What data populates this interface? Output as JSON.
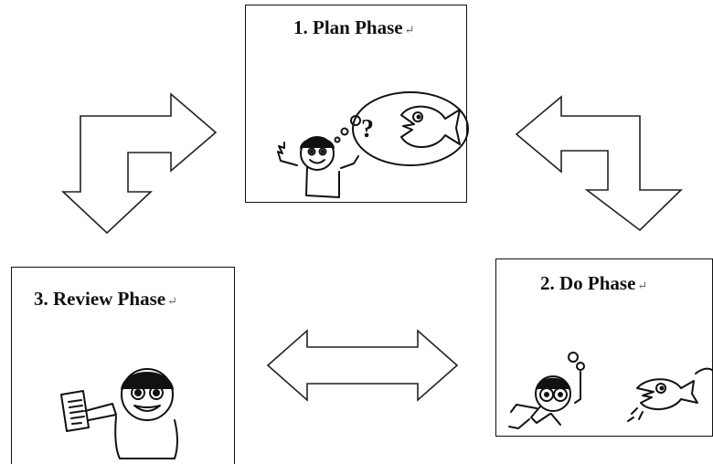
{
  "phases": {
    "plan": {
      "title": "1. Plan Phase",
      "mark": "↵"
    },
    "do": {
      "title": "2. Do Phase",
      "mark": "↵"
    },
    "review": {
      "title": "3. Review Phase",
      "mark": "↵"
    }
  },
  "thought_bubble": {
    "symbol": "?"
  }
}
